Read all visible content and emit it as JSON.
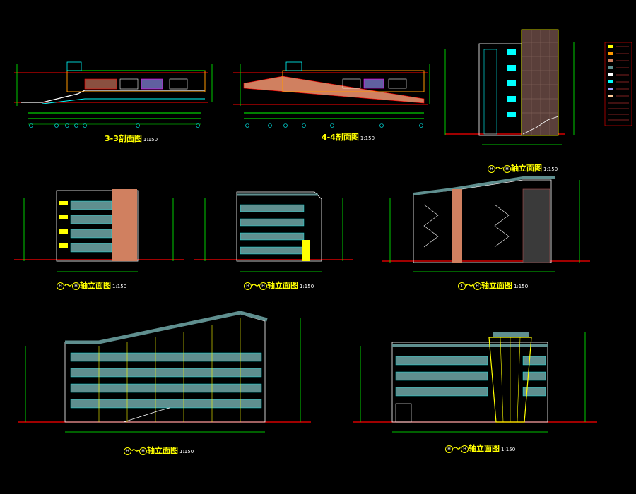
{
  "colors": {
    "background": "#000000",
    "line_red": "#ff0000",
    "line_green": "#00ff00",
    "line_cyan": "#00ffff",
    "line_yellow": "#ffff00",
    "line_white": "#ffffff",
    "line_orange": "#ff9900",
    "fill_salmon": "#d08060",
    "fill_teal": "#5f8f8f"
  },
  "drawings": [
    {
      "id": "section-3-3",
      "title_main": "3-3剖面图",
      "title_scale": "1:150"
    },
    {
      "id": "section-4-4",
      "title_main": "4-4剖面图",
      "title_scale": "1:150"
    },
    {
      "id": "elevation-right-top",
      "title_prefix": "H",
      "title_sep": "～",
      "title_suffix": "H",
      "title_main": "轴立面图",
      "title_scale": "1:150"
    },
    {
      "id": "elevation-row2-1",
      "title_prefix": "H",
      "title_sep": "～",
      "title_suffix": "H",
      "title_main": "轴立面图",
      "title_scale": "1:150"
    },
    {
      "id": "elevation-row2-2",
      "title_prefix": "H",
      "title_sep": "～",
      "title_suffix": "H",
      "title_main": "轴立面图",
      "title_scale": "1:150"
    },
    {
      "id": "elevation-row2-3",
      "title_prefix": "1",
      "title_sep": "～",
      "title_suffix": "H",
      "title_main": "轴立面图",
      "title_scale": "1:150"
    },
    {
      "id": "elevation-row3-1",
      "title_prefix": "H",
      "title_sep": "～",
      "title_suffix": "H",
      "title_main": "轴立面图",
      "title_scale": "1:150"
    },
    {
      "id": "elevation-row3-2",
      "title_prefix": "H",
      "title_sep": "～",
      "title_suffix": "H",
      "title_main": "轴立面图",
      "title_scale": "1:150"
    }
  ]
}
